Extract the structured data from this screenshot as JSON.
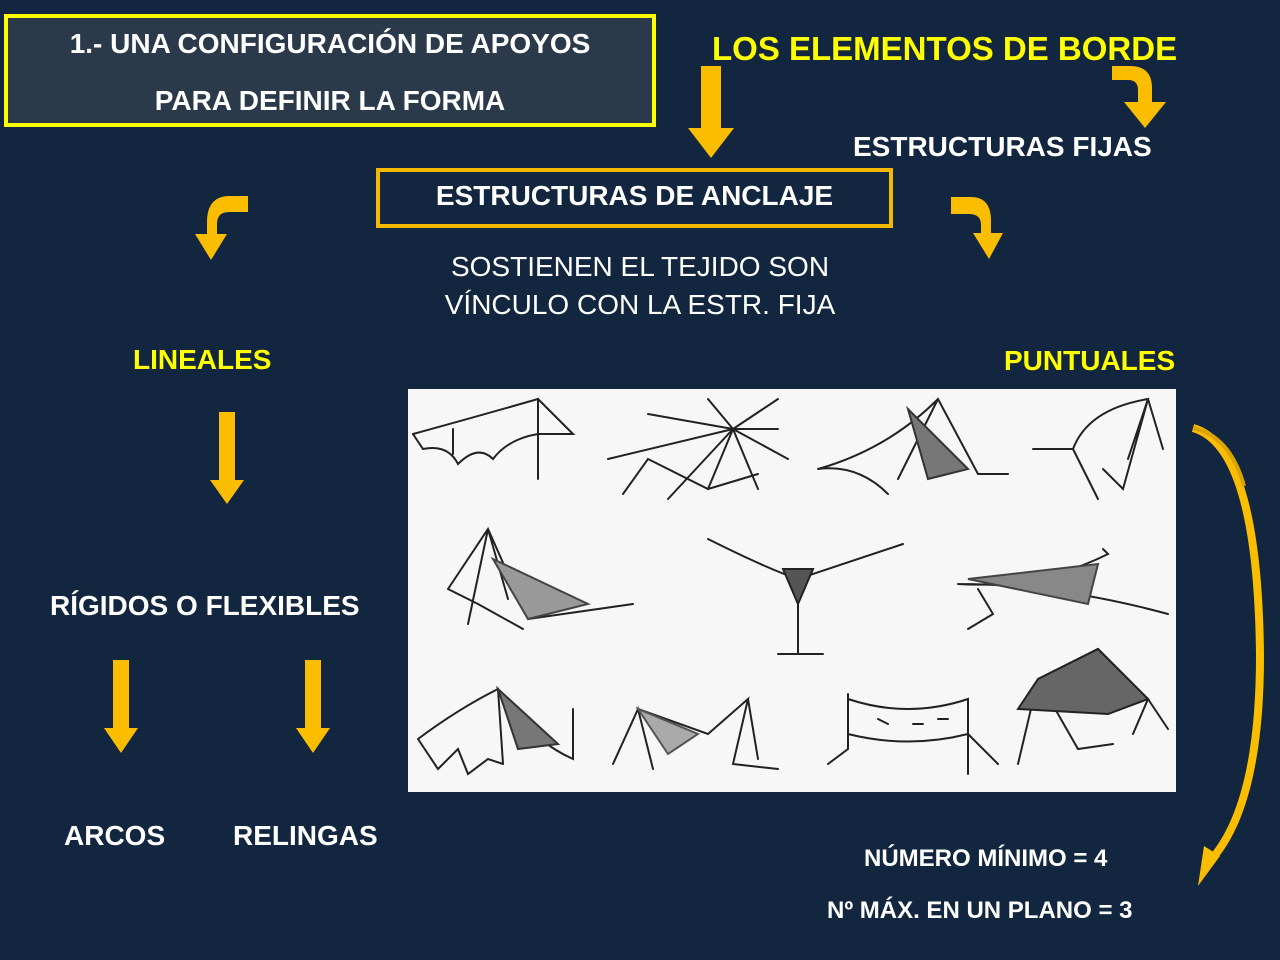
{
  "slide": {
    "background_color": "#13263f",
    "accent_yellow": "#ffff00",
    "arrow_color": "#fbbd00",
    "title": {
      "line1": "1.- UNA CONFIGURACIÓN DE APOYOS",
      "line2": "PARA DEFINIR LA FORMA"
    },
    "heading": "LOS ELEMENTOS DE BORDE",
    "fixed_structures": "ESTRUCTURAS FIJAS",
    "anchor_structures": "ESTRUCTURAS DE ANCLAJE",
    "description": {
      "line1": "SOSTIENEN EL TEJIDO SON",
      "line2": "VÍNCULO CON LA ESTR. FIJA"
    },
    "linear": {
      "label": "LINEALES",
      "subtype": "RÍGIDOS O FLEXIBLES",
      "children": [
        "ARCOS",
        "RELINGAS"
      ]
    },
    "point": {
      "label": "PUNTUALES",
      "min_number": "NÚMERO MÍNIMO = 4",
      "max_in_plane": "Nº MÁX. EN UN PLANO = 3"
    },
    "image": {
      "description": "sketches of tensile membrane structures with masts and cables"
    }
  }
}
